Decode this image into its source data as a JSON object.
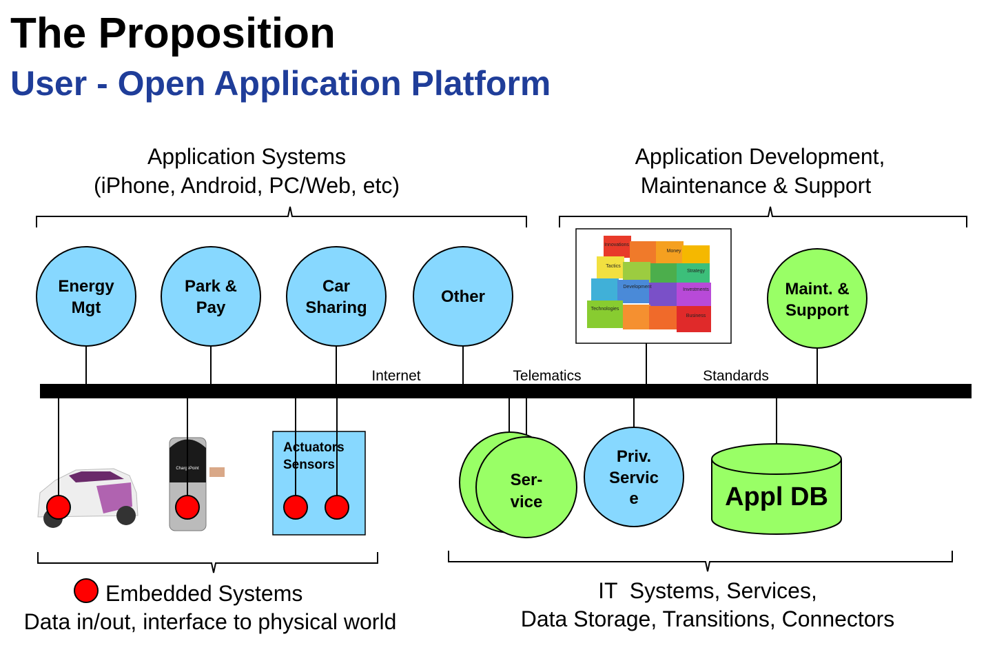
{
  "header": {
    "title": "The Proposition",
    "subtitle": "User - Open Application Platform"
  },
  "colors": {
    "subtitle": "#1f3d99",
    "app_circle": "#87d8ff",
    "support_circle": "#99ff66",
    "embedded_dot": "#ff0000",
    "bus": "#000000"
  },
  "top_groups": {
    "application_systems": [
      "Application Systems",
      "(iPhone, Android, PC/Web, etc)"
    ],
    "application_development": [
      "Application Development,",
      "Maintenance & Support"
    ]
  },
  "applications": [
    {
      "lines": [
        "Energy",
        "Mgt"
      ]
    },
    {
      "lines": [
        "Park &",
        "Pay"
      ]
    },
    {
      "lines": [
        "Car",
        "Sharing"
      ]
    },
    {
      "lines": [
        "Other"
      ]
    }
  ],
  "puzzle_image": {
    "words": [
      "Innovations",
      "Money",
      "Tactics",
      "Strategy",
      "Development",
      "Investments",
      "Technologies",
      "Business"
    ]
  },
  "support": {
    "lines": [
      "Maint. &",
      "Support"
    ]
  },
  "bus_labels": {
    "internet": "Internet",
    "telematics": "Telematics",
    "standards": "Standards"
  },
  "embedded": {
    "charger_brand": "ChargePoint",
    "actuators_lines": [
      "Actuators",
      "Sensors"
    ]
  },
  "it_items": {
    "service": [
      "Ser-",
      "vice"
    ],
    "priv_service": [
      "Priv.",
      "Servic",
      "e"
    ],
    "appl_db": "Appl DB"
  },
  "bottom_groups": {
    "embedded_legend": "Embedded Systems",
    "embedded_desc": "Data in/out, interface to physical world",
    "it_lines": [
      "IT  Systems, Services,",
      "Data Storage, Transitions, Connectors"
    ]
  }
}
